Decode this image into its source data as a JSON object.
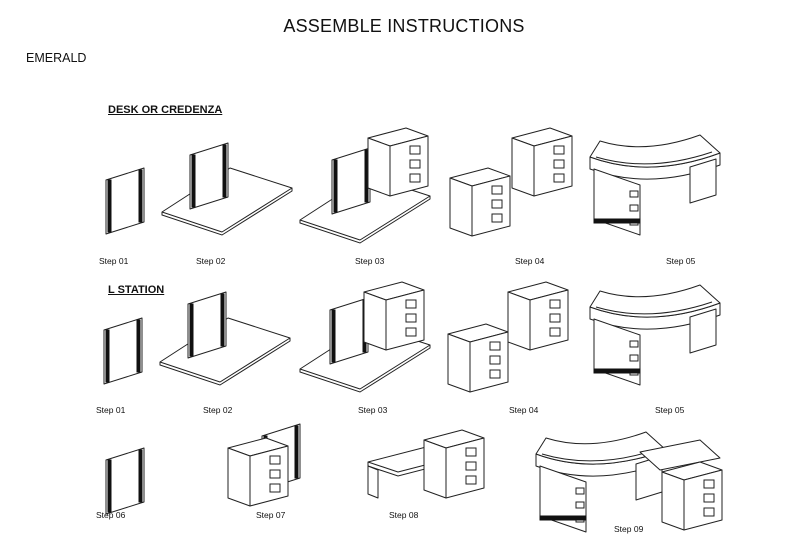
{
  "header": {
    "title": "ASSEMBLE INSTRUCTIONS",
    "product": "EMERALD"
  },
  "sections": [
    {
      "heading": "DESK OR CREDENZA",
      "steps": [
        "Step 01",
        "Step 02",
        "Step 03",
        "Step 04",
        "Step 05"
      ]
    },
    {
      "heading": "L STATION",
      "steps": [
        "Step 01",
        "Step 02",
        "Step 03",
        "Step 04",
        "Step 05",
        "Step 06",
        "Step 07",
        "Step 08",
        "Step 09"
      ]
    }
  ]
}
